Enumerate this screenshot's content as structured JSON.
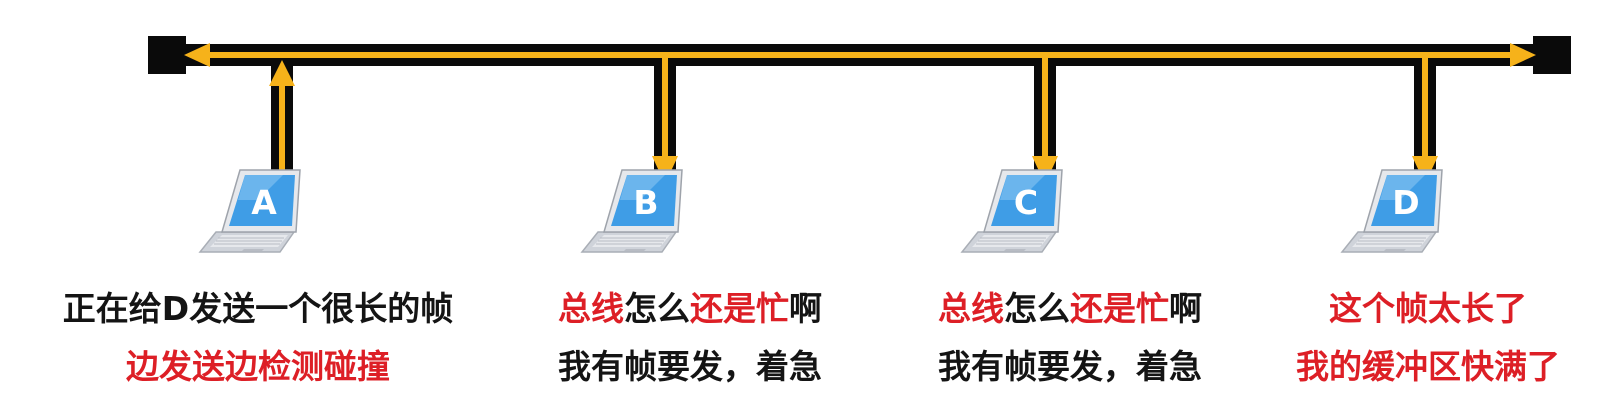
{
  "colors": {
    "bus_outline": "#0a0a0a",
    "signal": "#f6b21a",
    "highlight": "#dd1f26",
    "text": "#141414",
    "screen": "#3f9de6",
    "laptop_body": "#e6e8ec"
  },
  "nodes": [
    {
      "id": "A",
      "signal_direction": "up",
      "line1": [
        {
          "text": "正在给D发送一个很长的帧",
          "color": "black"
        }
      ],
      "line2": [
        {
          "text": "边发送边检测碰撞",
          "color": "red"
        }
      ]
    },
    {
      "id": "B",
      "signal_direction": "down",
      "line1": [
        {
          "text": "总线",
          "color": "red"
        },
        {
          "text": "怎么",
          "color": "black"
        },
        {
          "text": "还是忙",
          "color": "red"
        },
        {
          "text": "啊",
          "color": "black"
        }
      ],
      "line2": [
        {
          "text": "我有帧要发，着急",
          "color": "black"
        }
      ]
    },
    {
      "id": "C",
      "signal_direction": "down",
      "line1": [
        {
          "text": "总线",
          "color": "red"
        },
        {
          "text": "怎么",
          "color": "black"
        },
        {
          "text": "还是忙",
          "color": "red"
        },
        {
          "text": "啊",
          "color": "black"
        }
      ],
      "line2": [
        {
          "text": "我有帧要发，着急",
          "color": "black"
        }
      ]
    },
    {
      "id": "D",
      "signal_direction": "down",
      "line1": [
        {
          "text": "这个帧太长了",
          "color": "red"
        }
      ],
      "line2": [
        {
          "text": "我的缓冲区快满了",
          "color": "red"
        }
      ]
    }
  ]
}
